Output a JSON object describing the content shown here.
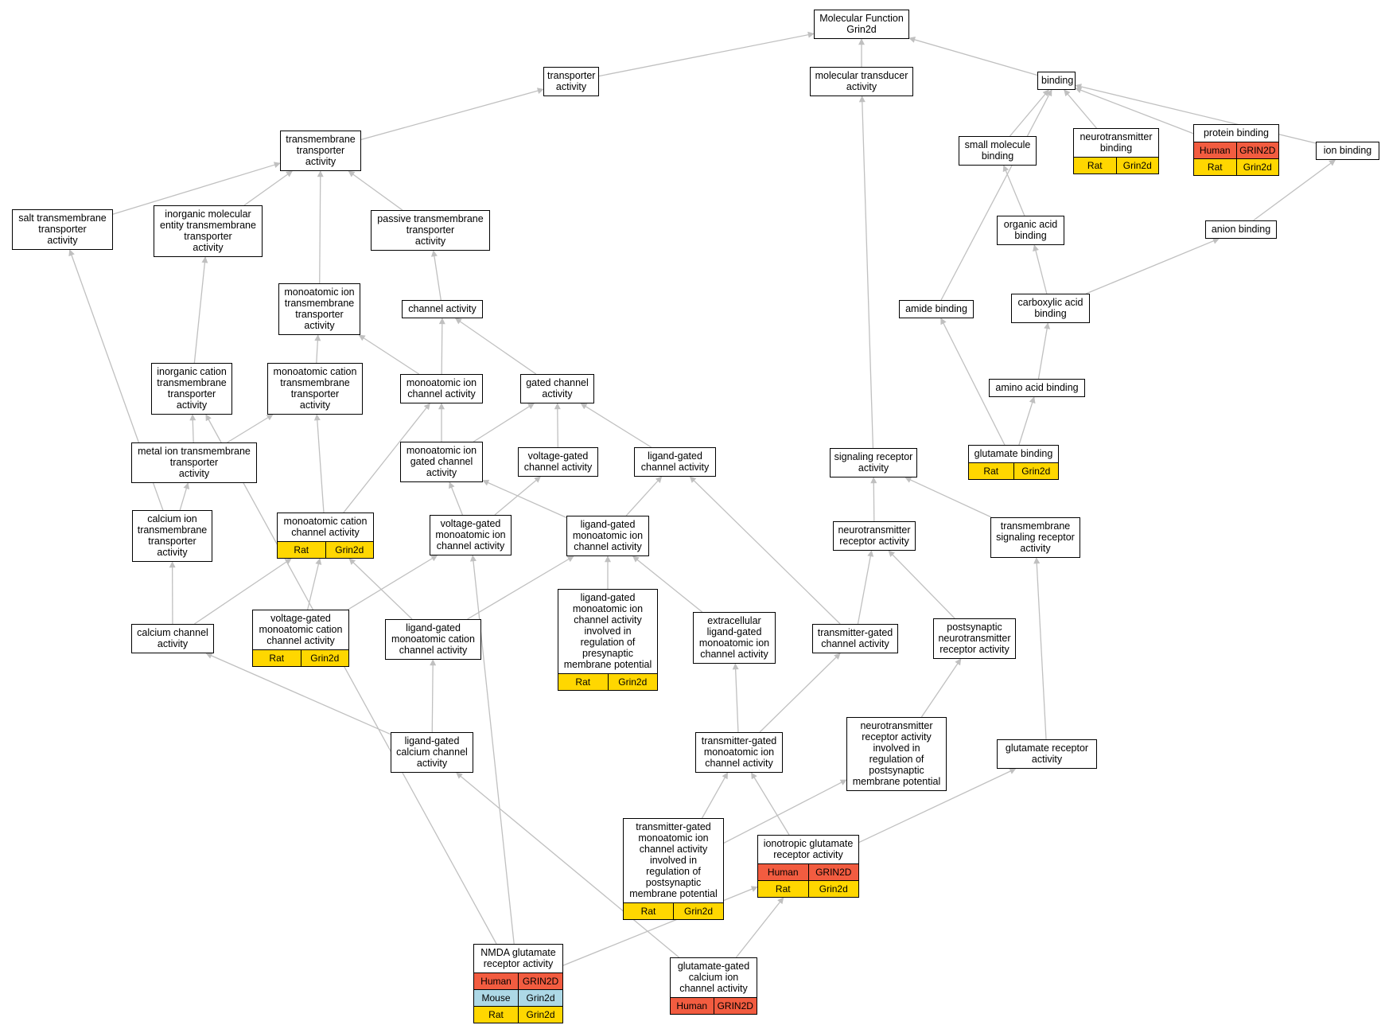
{
  "colors": {
    "human": "#f25c40",
    "mouse": "#add8e6",
    "rat": "#ffd700",
    "edge": "#c0c0c0"
  },
  "nodes": [
    {
      "id": "root",
      "lines": [
        "Molecular Function",
        "Grin2d"
      ]
    },
    {
      "id": "transporter",
      "lines": [
        "transporter",
        "activity"
      ]
    },
    {
      "id": "moltrans",
      "lines": [
        "molecular transducer",
        "activity"
      ]
    },
    {
      "id": "binding",
      "lines": [
        "binding"
      ]
    },
    {
      "id": "tmt",
      "lines": [
        "transmembrane",
        "transporter",
        "activity"
      ]
    },
    {
      "id": "smallmol",
      "lines": [
        "small molecule",
        "binding"
      ]
    },
    {
      "id": "ntbinding",
      "lines": [
        "neurotransmitter",
        "binding"
      ],
      "annotations": [
        [
          "Rat",
          "Grin2d"
        ]
      ]
    },
    {
      "id": "protbinding",
      "lines": [
        "protein binding"
      ],
      "annotations": [
        [
          "Human",
          "GRIN2D"
        ],
        [
          "Rat",
          "Grin2d"
        ]
      ]
    },
    {
      "id": "ionbinding",
      "lines": [
        "ion binding"
      ]
    },
    {
      "id": "salttmt",
      "lines": [
        "salt transmembrane",
        "transporter",
        "activity"
      ]
    },
    {
      "id": "inorgmol",
      "lines": [
        "inorganic molecular",
        "entity transmembrane",
        "transporter",
        "activity"
      ]
    },
    {
      "id": "passive",
      "lines": [
        "passive transmembrane",
        "transporter",
        "activity"
      ]
    },
    {
      "id": "orgacid",
      "lines": [
        "organic acid",
        "binding"
      ]
    },
    {
      "id": "anion",
      "lines": [
        "anion binding"
      ]
    },
    {
      "id": "monoiontmt",
      "lines": [
        "monoatomic ion",
        "transmembrane",
        "transporter",
        "activity"
      ]
    },
    {
      "id": "channel",
      "lines": [
        "channel activity"
      ]
    },
    {
      "id": "amide",
      "lines": [
        "amide binding"
      ]
    },
    {
      "id": "carbox",
      "lines": [
        "carboxylic acid",
        "binding"
      ]
    },
    {
      "id": "inorgcat",
      "lines": [
        "inorganic cation",
        "transmembrane",
        "transporter",
        "activity"
      ]
    },
    {
      "id": "monocattmt",
      "lines": [
        "monoatomic cation",
        "transmembrane",
        "transporter",
        "activity"
      ]
    },
    {
      "id": "monoionchan",
      "lines": [
        "monoatomic ion",
        "channel activity"
      ]
    },
    {
      "id": "gated",
      "lines": [
        "gated channel",
        "activity"
      ]
    },
    {
      "id": "aminoacid",
      "lines": [
        "amino acid binding"
      ]
    },
    {
      "id": "metalion",
      "lines": [
        "metal ion transmembrane",
        "transporter",
        "activity"
      ]
    },
    {
      "id": "monoiongated",
      "lines": [
        "monoatomic ion",
        "gated channel",
        "activity"
      ]
    },
    {
      "id": "vgated",
      "lines": [
        "voltage-gated",
        "channel activity"
      ]
    },
    {
      "id": "lgated",
      "lines": [
        "ligand-gated",
        "channel activity"
      ]
    },
    {
      "id": "sigrec",
      "lines": [
        "signaling receptor",
        "activity"
      ]
    },
    {
      "id": "glubinding",
      "lines": [
        "glutamate binding"
      ],
      "annotations": [
        [
          "Rat",
          "Grin2d"
        ]
      ]
    },
    {
      "id": "caiontmt",
      "lines": [
        "calcium ion",
        "transmembrane",
        "transporter",
        "activity"
      ]
    },
    {
      "id": "monocatchan",
      "lines": [
        "monoatomic cation",
        "channel activity"
      ],
      "annotations": [
        [
          "Rat",
          "Grin2d"
        ]
      ]
    },
    {
      "id": "vgmono",
      "lines": [
        "voltage-gated",
        "monoatomic ion",
        "channel activity"
      ]
    },
    {
      "id": "lgmono",
      "lines": [
        "ligand-gated",
        "monoatomic ion",
        "channel activity"
      ]
    },
    {
      "id": "ntrec",
      "lines": [
        "neurotransmitter",
        "receptor activity"
      ]
    },
    {
      "id": "tmsigrec",
      "lines": [
        "transmembrane",
        "signaling receptor",
        "activity"
      ]
    },
    {
      "id": "cachan",
      "lines": [
        "calcium channel",
        "activity"
      ]
    },
    {
      "id": "vgmonocat",
      "lines": [
        "voltage-gated",
        "monoatomic cation",
        "channel activity"
      ],
      "annotations": [
        [
          "Rat",
          "Grin2d"
        ]
      ]
    },
    {
      "id": "lgmonocat",
      "lines": [
        "ligand-gated",
        "monoatomic cation",
        "channel activity"
      ]
    },
    {
      "id": "lgpresyn",
      "lines": [
        "ligand-gated",
        "monoatomic ion",
        "channel activity",
        "involved in",
        "regulation of",
        "presynaptic",
        "membrane potential"
      ],
      "annotations": [
        [
          "Rat",
          "Grin2d"
        ]
      ]
    },
    {
      "id": "extralg",
      "lines": [
        "extracellular",
        "ligand-gated",
        "monoatomic ion",
        "channel activity"
      ]
    },
    {
      "id": "tgchan",
      "lines": [
        "transmitter-gated",
        "channel activity"
      ]
    },
    {
      "id": "postntrec",
      "lines": [
        "postsynaptic",
        "neurotransmitter",
        "receptor activity"
      ]
    },
    {
      "id": "lgcachan",
      "lines": [
        "ligand-gated",
        "calcium channel",
        "activity"
      ]
    },
    {
      "id": "tgmono",
      "lines": [
        "transmitter-gated",
        "monoatomic ion",
        "channel activity"
      ]
    },
    {
      "id": "ntrecpost",
      "lines": [
        "neurotransmitter",
        "receptor activity",
        "involved in",
        "regulation of",
        "postsynaptic",
        "membrane potential"
      ]
    },
    {
      "id": "glurec",
      "lines": [
        "glutamate receptor",
        "activity"
      ]
    },
    {
      "id": "tgpost",
      "lines": [
        "transmitter-gated",
        "monoatomic ion",
        "channel activity",
        "involved in",
        "regulation of",
        "postsynaptic",
        "membrane potential"
      ],
      "annotations": [
        [
          "Rat",
          "Grin2d"
        ]
      ]
    },
    {
      "id": "iglurec",
      "lines": [
        "ionotropic glutamate",
        "receptor activity"
      ],
      "annotations": [
        [
          "Human",
          "GRIN2D"
        ],
        [
          "Rat",
          "Grin2d"
        ]
      ]
    },
    {
      "id": "nmda",
      "lines": [
        "NMDA glutamate",
        "receptor activity"
      ],
      "annotations": [
        [
          "Human",
          "GRIN2D"
        ],
        [
          "Mouse",
          "Grin2d"
        ],
        [
          "Rat",
          "Grin2d"
        ]
      ]
    },
    {
      "id": "glucachan",
      "lines": [
        "glutamate-gated",
        "calcium ion",
        "channel activity"
      ],
      "annotations": [
        [
          "Human",
          "GRIN2D"
        ]
      ]
    }
  ],
  "edges": [
    [
      "transporter",
      "root"
    ],
    [
      "moltrans",
      "root"
    ],
    [
      "binding",
      "root"
    ],
    [
      "tmt",
      "transporter"
    ],
    [
      "smallmol",
      "binding"
    ],
    [
      "ntbinding",
      "binding"
    ],
    [
      "protbinding",
      "binding"
    ],
    [
      "ionbinding",
      "binding"
    ],
    [
      "amide",
      "binding"
    ],
    [
      "salttmt",
      "tmt"
    ],
    [
      "inorgmol",
      "tmt"
    ],
    [
      "passive",
      "tmt"
    ],
    [
      "monoiontmt",
      "tmt"
    ],
    [
      "orgacid",
      "smallmol"
    ],
    [
      "anion",
      "ionbinding"
    ],
    [
      "channel",
      "passive"
    ],
    [
      "carbox",
      "orgacid"
    ],
    [
      "carbox",
      "anion"
    ],
    [
      "inorgcat",
      "inorgmol"
    ],
    [
      "monocattmt",
      "monoiontmt"
    ],
    [
      "monoionchan",
      "monoiontmt"
    ],
    [
      "monoionchan",
      "channel"
    ],
    [
      "gated",
      "channel"
    ],
    [
      "aminoacid",
      "carbox"
    ],
    [
      "metalion",
      "inorgcat"
    ],
    [
      "metalion",
      "monocattmt"
    ],
    [
      "monoiongated",
      "monoionchan"
    ],
    [
      "monoiongated",
      "gated"
    ],
    [
      "vgated",
      "gated"
    ],
    [
      "lgated",
      "gated"
    ],
    [
      "sigrec",
      "moltrans"
    ],
    [
      "glubinding",
      "aminoacid"
    ],
    [
      "glubinding",
      "amide"
    ],
    [
      "caiontmt",
      "metalion"
    ],
    [
      "caiontmt",
      "salttmt"
    ],
    [
      "monocatchan",
      "monocattmt"
    ],
    [
      "monocatchan",
      "monoionchan"
    ],
    [
      "vgmono",
      "monoiongated"
    ],
    [
      "vgmono",
      "vgated"
    ],
    [
      "lgmono",
      "monoiongated"
    ],
    [
      "lgmono",
      "lgated"
    ],
    [
      "ntrec",
      "sigrec"
    ],
    [
      "tmsigrec",
      "sigrec"
    ],
    [
      "cachan",
      "caiontmt"
    ],
    [
      "cachan",
      "monocatchan"
    ],
    [
      "vgmonocat",
      "monocatchan"
    ],
    [
      "vgmonocat",
      "vgmono"
    ],
    [
      "lgmonocat",
      "monocatchan"
    ],
    [
      "lgmonocat",
      "lgmono"
    ],
    [
      "lgpresyn",
      "lgmono"
    ],
    [
      "extralg",
      "lgmono"
    ],
    [
      "tgchan",
      "lgated"
    ],
    [
      "tgchan",
      "ntrec"
    ],
    [
      "postntrec",
      "ntrec"
    ],
    [
      "lgcachan",
      "cachan"
    ],
    [
      "lgcachan",
      "lgmonocat"
    ],
    [
      "tgmono",
      "extralg"
    ],
    [
      "tgmono",
      "tgchan"
    ],
    [
      "ntrecpost",
      "postntrec"
    ],
    [
      "glurec",
      "tmsigrec"
    ],
    [
      "tgpost",
      "tgmono"
    ],
    [
      "tgpost",
      "ntrecpost"
    ],
    [
      "iglurec",
      "tgmono"
    ],
    [
      "iglurec",
      "glurec"
    ],
    [
      "nmda",
      "iglurec"
    ],
    [
      "nmda",
      "inorgcat"
    ],
    [
      "nmda",
      "vgmono"
    ],
    [
      "glucachan",
      "lgcachan"
    ],
    [
      "glucachan",
      "iglurec"
    ]
  ]
}
